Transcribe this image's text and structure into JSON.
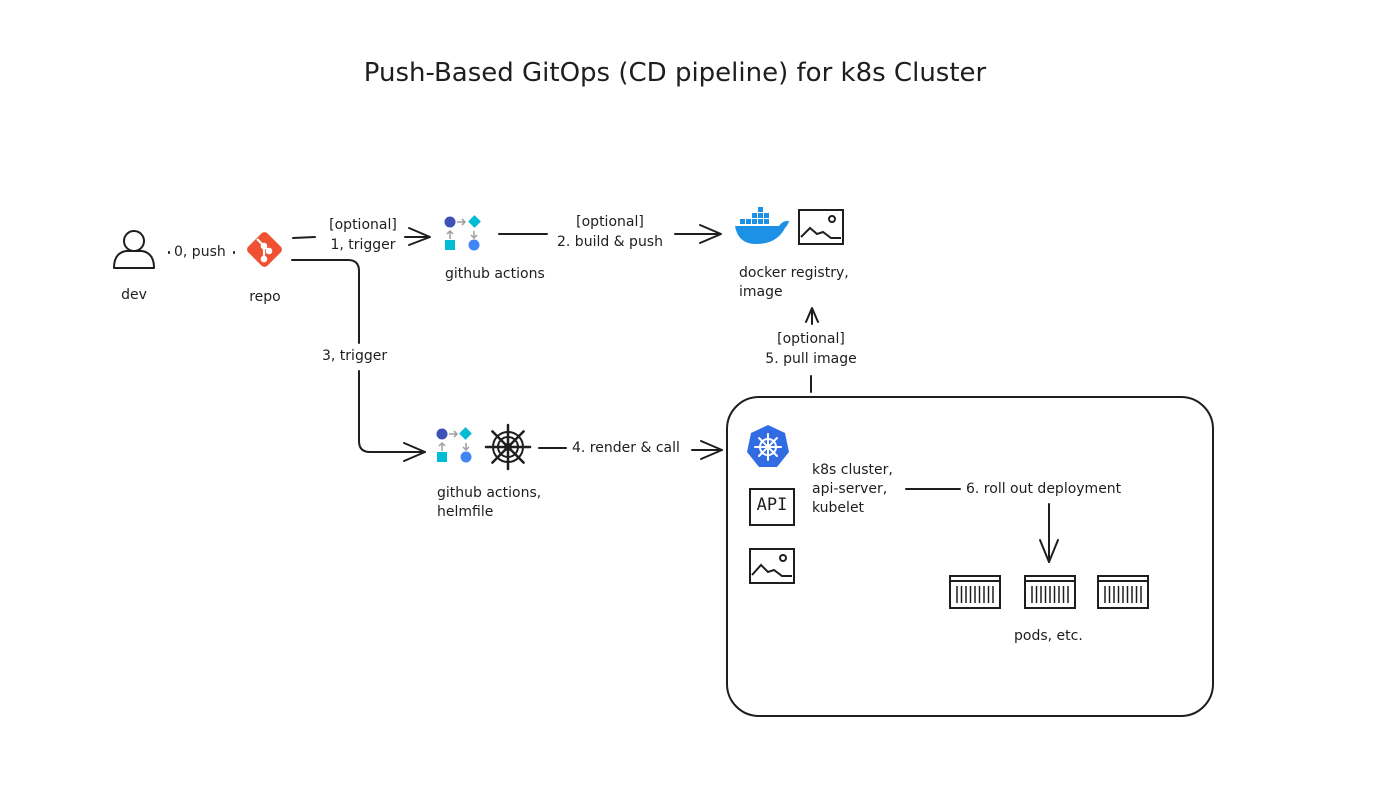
{
  "title": "Push-Based GitOps (CD pipeline) for k8s Cluster",
  "nodes": {
    "dev": "dev",
    "repo": "repo",
    "gha_top": "github actions",
    "registry": [
      "docker registry,",
      "image"
    ],
    "gha_bottom": [
      "github actions,",
      "helmfile"
    ],
    "cluster": [
      "k8s cluster,",
      "api-server,",
      "kubelet"
    ],
    "api_badge": "API",
    "pods": "pods, etc."
  },
  "edges": {
    "e0": "0, push",
    "e1": [
      "[optional]",
      "1, trigger"
    ],
    "e2": [
      "[optional]",
      "2. build & push"
    ],
    "e3": "3, trigger",
    "e4": "4. render & call",
    "e5": [
      "[optional]",
      "5. pull image"
    ],
    "e6": "6. roll out deployment"
  },
  "colors": {
    "stroke": "#1e1e1e",
    "git": "#f05133",
    "docker": "#1d91e6",
    "k8s": "#326ce5",
    "gha_blue": "#4285f4",
    "gha_navy": "#3f51b5",
    "gha_teal": "#00bcd4"
  },
  "icons": [
    "person-icon",
    "git-icon",
    "github-actions-icon",
    "docker-icon",
    "image-icon",
    "helm-wheel-icon",
    "kubernetes-icon",
    "api-icon",
    "container-icon"
  ]
}
